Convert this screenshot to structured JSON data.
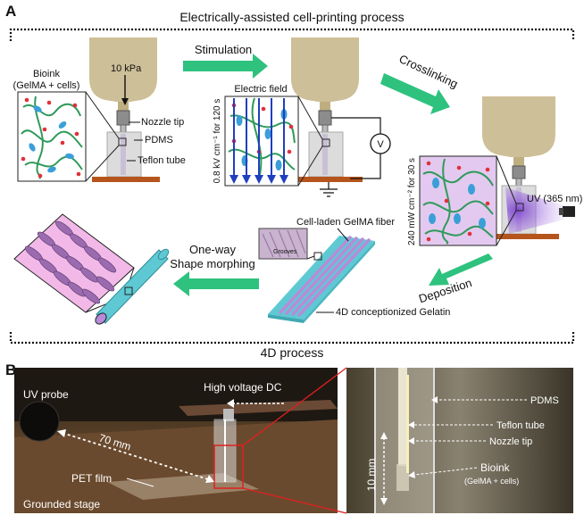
{
  "panel_a": {
    "letter": "A",
    "title": "Electrically-assisted cell-printing process",
    "bioink_label_1": "Bioink",
    "bioink_label_2": "(GelMA + cells)",
    "pressure": "10 kPa",
    "nozzle_tip": "Nozzle tip",
    "pdms": "PDMS",
    "teflon_tube": "Teflon tube",
    "stimulation": "Stimulation",
    "electric_field": "Electric field",
    "field_condition": "0.8 kV cm⁻¹ for 120 s",
    "voltmeter": "V",
    "crosslinking": "Crosslinking",
    "uv_condition": "240 mW cm⁻² for 30 s",
    "uv_source": "UV (365 nm)",
    "fiber_label": "Cell-laden GelMA fiber",
    "grooves": "Grooves",
    "substrate_label": "4D conceptionized Gelatin",
    "deposition": "Deposition",
    "morph_1": "One-way",
    "morph_2": "Shape morphing",
    "process_4d": "4D process"
  },
  "panel_b": {
    "letter": "B",
    "uv_probe": "UV probe",
    "hv": "High voltage DC",
    "distance": "70 mm",
    "pet": "PET film",
    "stage": "Grounded stage",
    "pdms": "PDMS",
    "teflon": "Teflon tube",
    "nozzle": "Nozzle tip",
    "length": "10 mm",
    "bioink": "Bioink",
    "bioink_sub": "(GelMA + cells)"
  },
  "colors": {
    "arrow_green": "#2ec27e",
    "syringe": "#cdbf97",
    "field_blue": "#1f3fbf",
    "uv_purple": "#9a62cf",
    "bioink_purple": "#e3c9ef",
    "cell_blue": "#3a9fd8",
    "fiber_green": "#2f9a5a",
    "gelatin_cyan": "#5ec9d3",
    "stage_brown": "#b5551c"
  }
}
